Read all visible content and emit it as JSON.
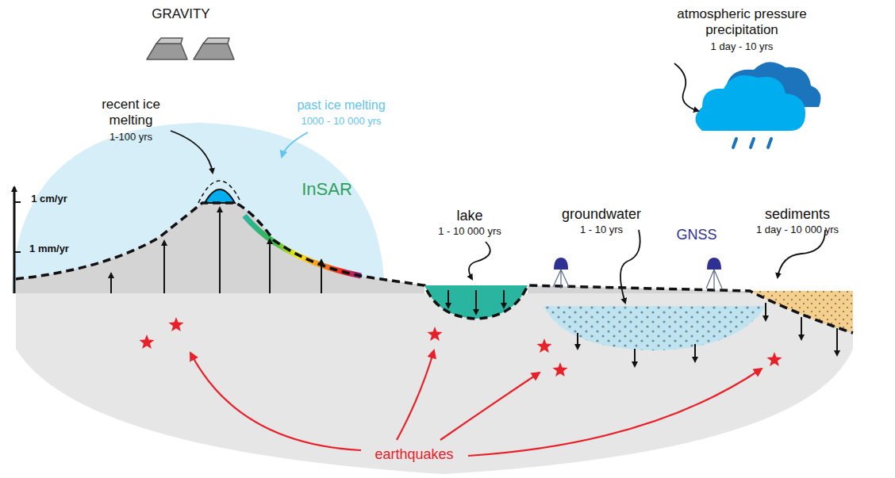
{
  "diagram": {
    "labels": [
      "GRAVITY",
      "atmospheric pressure precipitation",
      "1 day - 10 yrs",
      "recent ice melting",
      "1-100 yrs",
      "past ice melting",
      "1000 - 10 000 yrs",
      "1 cm/yr",
      "1 mm/yr",
      "InSAR",
      "lake",
      "1 - 10 000 yrs",
      "groundwater",
      "1 - 10 yrs",
      "GNSS",
      "sediments",
      "1 day - 10 000 yrs",
      "earthquakes"
    ]
  }
}
